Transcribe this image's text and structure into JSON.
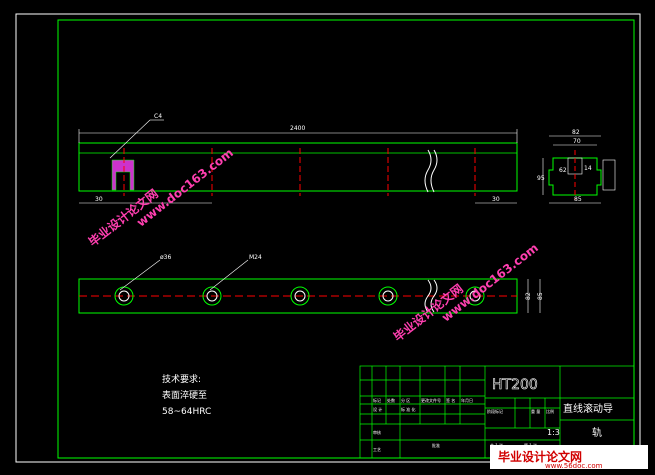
{
  "drawing": {
    "dimensions": {
      "length": "2400",
      "chamfer": "C4",
      "left_offset": "30",
      "right_offset": "30",
      "hole_diameter": "ø36",
      "thread": "M24",
      "width_82": "82",
      "width_85": "85",
      "section_82": "82",
      "section_70": "70",
      "section_95": "95",
      "section_62": "62",
      "section_14": "14",
      "section_85": "85"
    },
    "technical_requirements": {
      "heading": "技术要求:",
      "line1": "表面淬硬至",
      "line2": "58~64HRC"
    },
    "title_block": {
      "material": "HT200",
      "part_name_1": "直线滚动导",
      "part_name_2": "轨",
      "scale": "1:3",
      "row_labels": [
        "标记",
        "处数",
        "分 区",
        "更改文件号",
        "签 名",
        "年月日"
      ],
      "row2_labels": [
        "设 计",
        "标 准 化"
      ],
      "stage_labels": [
        "阶段标记",
        "重 量",
        "比例"
      ],
      "check_label": "审核",
      "process_label": "工艺",
      "approve_label": "批准",
      "sheet_labels": [
        "共 1 张",
        "第 1 张"
      ]
    },
    "colors": {
      "outline": "#00ff00",
      "centerline": "#ff0000",
      "dimension": "#ffffff",
      "section_fill": "#cc33cc",
      "title_block": "#00ff00"
    }
  },
  "watermarks": {
    "site_cn": "毕业设计论文网",
    "site_url": "www.doc163.com",
    "footer_cn": "毕业设计论文网",
    "footer_url": "www.56doc.com"
  }
}
